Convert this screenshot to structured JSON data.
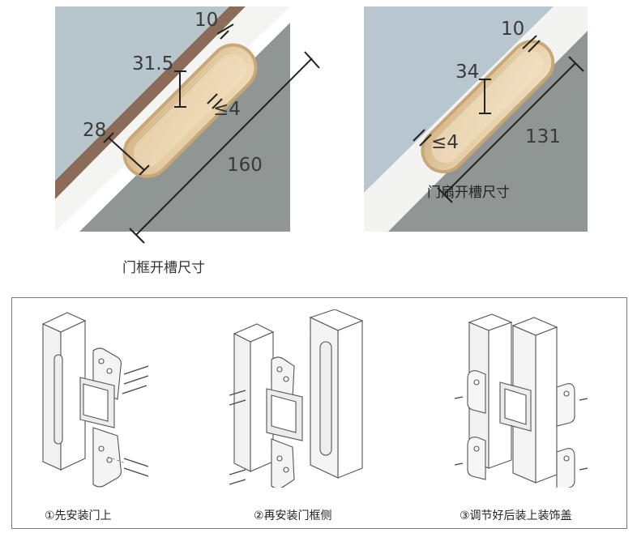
{
  "top": {
    "frame": {
      "dims": {
        "d10": "10",
        "d31_5": "31.5",
        "d28": "28",
        "d_le4": "≤4",
        "d160": "160"
      },
      "caption": "门框开槽尺寸"
    },
    "door": {
      "dims": {
        "d10": "10",
        "d34": "34",
        "d_le4": "≤4",
        "d131": "131"
      },
      "caption": "门扇开槽尺寸"
    }
  },
  "steps": [
    {
      "label": "①先安装门上"
    },
    {
      "label": "②再安装门框侧"
    },
    {
      "label": "③调节好后装上装饰盖"
    }
  ],
  "colors": {
    "wall_blue": "#b4c3cc",
    "panel_gray": "#8e9593",
    "wood_edge": "#8a6a55",
    "slot_wood": "#e3c79a",
    "line_dark": "#222222"
  }
}
